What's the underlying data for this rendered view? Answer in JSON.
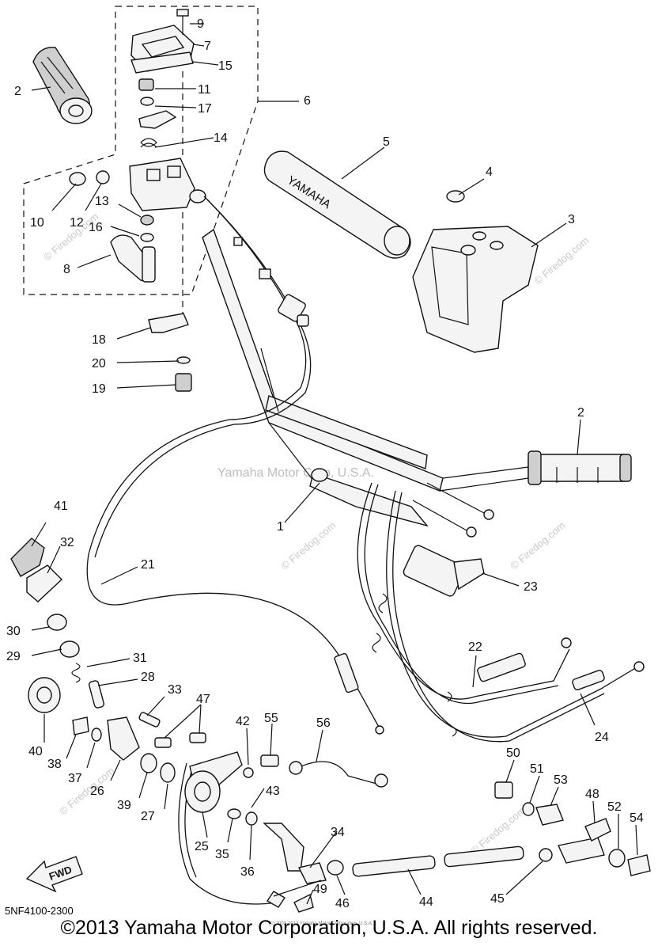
{
  "diagram": {
    "code": "5NF4100-2300",
    "copyright": "©2013 Yamaha Motor Corporation, U.S.A. All rights reserved.",
    "small_credit": "(c) 2003-2013 Yamaha Motor Corporation, U.S.A.",
    "watermark_text": "Yamaha Motor Corp, U.S.A.",
    "site_watermark": "© Firedog.com",
    "grip_brand": "YAMAHA",
    "fwd_label": "FWD"
  },
  "callouts": [
    "1",
    "2",
    "2",
    "3",
    "4",
    "5",
    "6",
    "7",
    "8",
    "9",
    "10",
    "11",
    "12",
    "13",
    "14",
    "15",
    "16",
    "17",
    "18",
    "19",
    "20",
    "21",
    "22",
    "23",
    "24",
    "25",
    "26",
    "27",
    "28",
    "29",
    "30",
    "31",
    "32",
    "33",
    "34",
    "35",
    "36",
    "37",
    "38",
    "39",
    "40",
    "41",
    "42",
    "43",
    "44",
    "45",
    "46",
    "47",
    "48",
    "49",
    "50",
    "51",
    "52",
    "53",
    "54",
    "55",
    "56"
  ]
}
